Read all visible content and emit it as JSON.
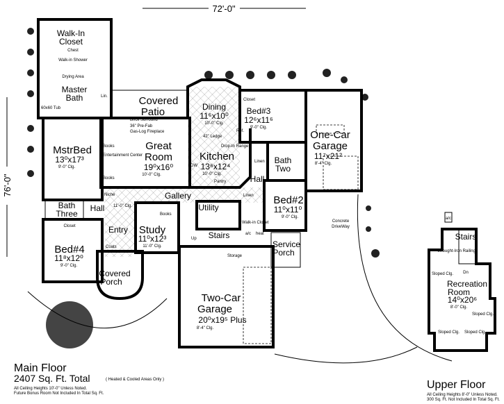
{
  "dimensions": {
    "width": "72'-0\"",
    "depth": "76'-0\""
  },
  "rooms": {
    "walk_in_closet": {
      "l1": "Walk-In",
      "l2": "Closet"
    },
    "chest": "Chest",
    "walk_in_shower": "Walk-in Shower",
    "drying_area": "Drying Area",
    "master_bath": {
      "l1": "Master",
      "l2": "Bath"
    },
    "tub": "60x60 Tub",
    "lin": "Lin.",
    "covered_patio": {
      "l1": "Covered",
      "l2": "Patio"
    },
    "dining": {
      "name": "Dining",
      "size": "11⁶x10⁰",
      "ceiling": "10'-0\" Clg."
    },
    "bed3": {
      "name": "Bed#3",
      "size": "12⁶x11⁶",
      "ceiling": "9'-0\" Clg."
    },
    "closet": "Closet",
    "one_car_garage": {
      "l1": "One-Car",
      "l2": "Garage",
      "size": "11⁷x21²",
      "ceiling": "8'-4\" Clg."
    },
    "mstr_bed": {
      "name": "MstrBed",
      "size": "13⁰x17³",
      "ceiling": "9'-0\" Clg."
    },
    "fireplace": {
      "l1": "Brick Surround",
      "l2": "36\" Pre-Fab",
      "l3": "Gas-Log Fireplace"
    },
    "books": "Books",
    "entertainment": "Entertainment Center",
    "great_room": {
      "l1": "Great",
      "l2": "Room",
      "size": "19⁰x16⁰",
      "ceiling": "10'-0\" Clg."
    },
    "ledge": "42\" Ledge",
    "drop_in_range": "Drop-In Range",
    "ref": "Ref.",
    "dw": "DW",
    "pantry": "Pantry",
    "kitchen": {
      "name": "Kitchen",
      "size": "13⁶x12⁴",
      "ceiling": "10'-0\" Clg."
    },
    "bath_two": {
      "l1": "Bath",
      "l2": "Two"
    },
    "linen": "Linen",
    "hall": "Hall",
    "bed2": {
      "name": "Bed#2",
      "size": "11⁰x11⁰",
      "ceiling": "9'-0\" Clg."
    },
    "gallery": "Gallery",
    "niche": "Niche",
    "ceiling_11": "11'-0\" Clg.",
    "utility": "Utility",
    "walk_in_closet_small": "Walk-in Closet",
    "bath_three": {
      "l1": "Bath",
      "l2": "Three"
    },
    "entry": "Entry",
    "coats": "Coats",
    "study": {
      "name": "Study",
      "size": "11⁰x12³",
      "ceiling": "11'-0\" Clg."
    },
    "stairs": "Stairs",
    "up": "Up",
    "storage": "Storage",
    "ac": "a/c",
    "heat": "heat",
    "service_porch": {
      "l1": "Service",
      "l2": "Porch"
    },
    "bed4": {
      "name": "Bed#4",
      "size": "11⁸x12⁰",
      "ceiling": "9'-0\" Clg."
    },
    "covered_porch": {
      "l1": "Covered",
      "l2": "Porch"
    },
    "two_car_garage": {
      "l1": "Two-Car",
      "l2": "Garage",
      "size": "20⁰x19⁵ Plus",
      "ceiling": "8'-4\" Clg."
    },
    "driveway": {
      "l1": "Concrete",
      "l2": "DriveWay"
    }
  },
  "upper": {
    "stairs": "Stairs",
    "dn": "Dn",
    "railing": "Wrought-Iron Railing",
    "ac": "a/c",
    "recreation": {
      "l1": "Recreation",
      "l2": "Room",
      "size": "14⁰x20⁶",
      "ceiling": "8'-0\" Clg."
    },
    "sloped": "Sloped Clg."
  },
  "main_floor": {
    "title": "Main Floor",
    "total": "2407 Sq. Ft. Total",
    "heated": "( Heated & Cooled Areas Only )",
    "note1": "All Ceiling Heights 10'-0\" Unless Noted.",
    "note2": "Future Bonus Room Not Included In Total Sq. Ft."
  },
  "upper_floor": {
    "title": "Upper Floor",
    "note1": "All Ceiling Heights 8'-0\" Unless Noted.",
    "note2": "300 Sq. Ft. Not Included In Total Sq. Ft."
  }
}
